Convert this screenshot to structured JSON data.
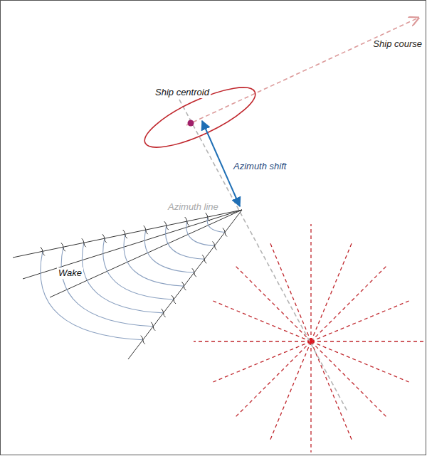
{
  "diagram": {
    "labels": [
      "Ship course",
      "Ship centroid",
      "Azimuth shift",
      "Azimuth line",
      "Wake"
    ]
  }
}
